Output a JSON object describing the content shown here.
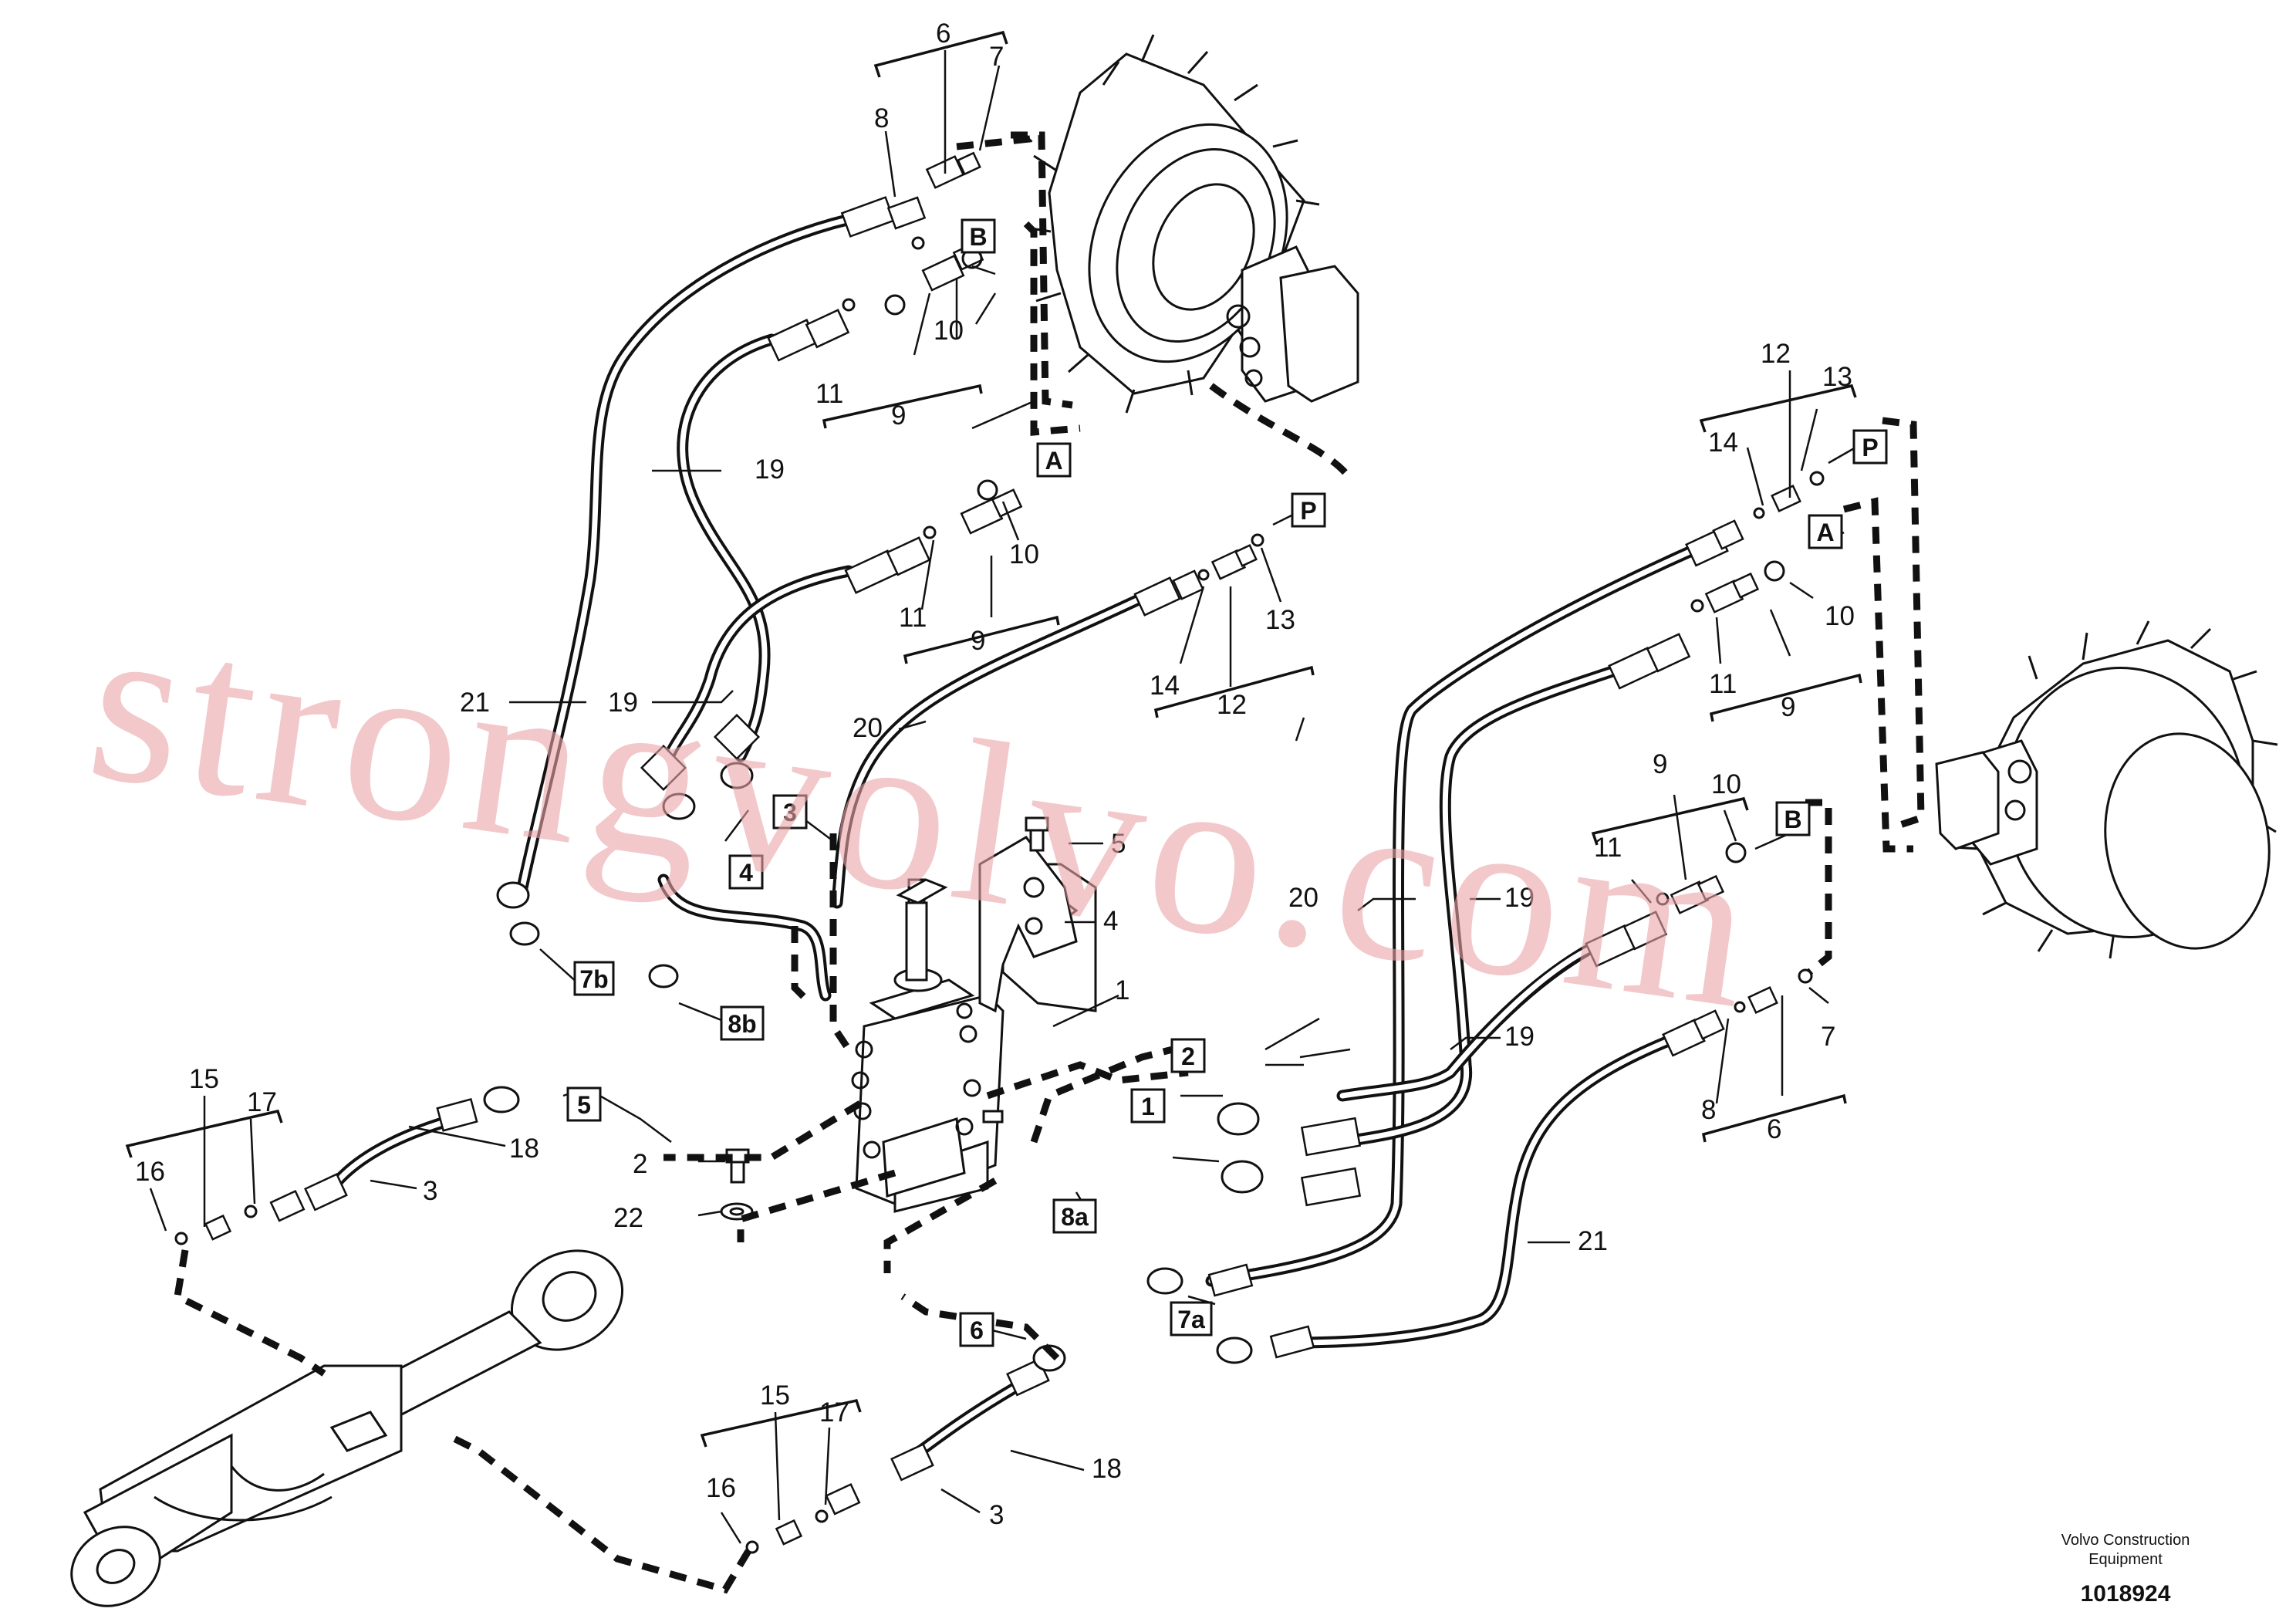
{
  "watermark": "strongvolvo.com",
  "footer": {
    "maker_line1": "Volvo Construction",
    "maker_line2": "Equipment",
    "doc_number": "1018924"
  },
  "boxed_labels": [
    "B",
    "A",
    "P",
    "P",
    "A",
    "B",
    "3",
    "4",
    "7b",
    "8b",
    "5",
    "2",
    "1",
    "8a",
    "7a",
    "6"
  ],
  "callouts": [
    "6",
    "7",
    "8",
    "10",
    "11",
    "9",
    "19",
    "10",
    "11",
    "9",
    "13",
    "14",
    "12",
    "21",
    "19",
    "20",
    "12",
    "13",
    "14",
    "10",
    "11",
    "9",
    "9",
    "10",
    "11",
    "20",
    "19",
    "5",
    "4",
    "1",
    "19",
    "7",
    "8",
    "6",
    "21",
    "15",
    "17",
    "16",
    "18",
    "3",
    "2",
    "22",
    "15",
    "17",
    "16",
    "18",
    "3"
  ]
}
